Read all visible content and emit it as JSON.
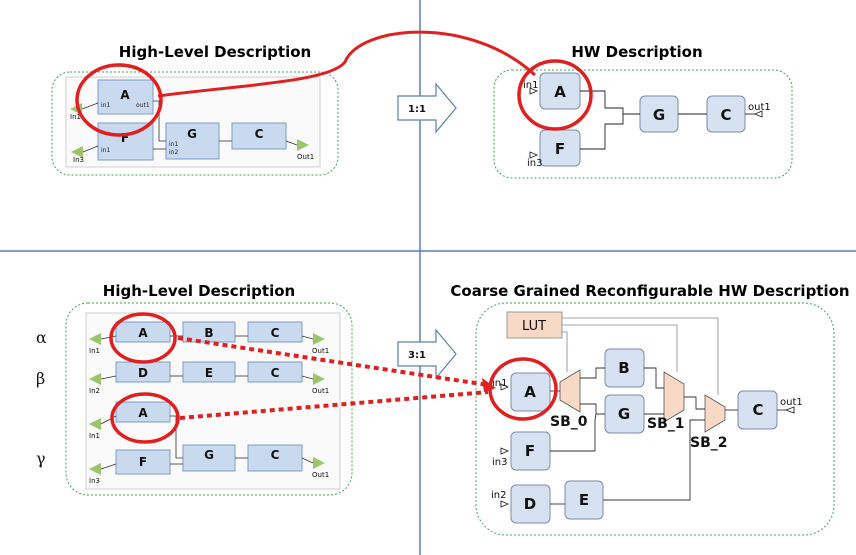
{
  "quadrants": {
    "top_left_title": "High-Level Description",
    "top_right_title": "HW Description",
    "bottom_left_title": "High-Level Description",
    "bottom_right_title": "Coarse Grained Reconfigurable HW Description"
  },
  "arrows": {
    "top_ratio": "1:1",
    "bottom_ratio": "3:1"
  },
  "colors": {
    "highlight": "#e02020",
    "divider": "#5b7fb5",
    "block_fill": "#d6e1f2",
    "switch_fill": "#f8d9c6",
    "boundary": "#3aa355"
  },
  "simulink_top": {
    "blocks": [
      "A",
      "F",
      "G",
      "C"
    ],
    "ports": {
      "in1": "In1",
      "in3": "In3",
      "out1": "Out1"
    },
    "port_labels": {
      "in": "in1",
      "out": "out1",
      "in2": "in2"
    }
  },
  "hw_top": {
    "blocks": [
      "A",
      "F",
      "G",
      "C"
    ],
    "ports": {
      "in1": "in1",
      "in3": "in3",
      "out1": "out1"
    }
  },
  "simulink_bottom": {
    "rows": [
      {
        "greek": "α",
        "in": "In1",
        "blocks": [
          "A",
          "B",
          "C"
        ],
        "out": "Out1"
      },
      {
        "greek": "β",
        "in": "In2",
        "blocks": [
          "D",
          "E",
          "C"
        ],
        "out": "Out1"
      },
      {
        "greek": "",
        "in": "In1",
        "blocks": [
          "A"
        ],
        "out": ""
      },
      {
        "greek": "γ",
        "in": "In3",
        "blocks": [
          "F",
          "G",
          "C"
        ],
        "out": "Out1"
      }
    ]
  },
  "cgr": {
    "lut": "LUT",
    "blocks": [
      "A",
      "B",
      "G",
      "C",
      "F",
      "D",
      "E"
    ],
    "switches": [
      "SB_0",
      "SB_1",
      "SB_2"
    ],
    "ports": {
      "in1": "in1",
      "in2": "in2",
      "in3": "in3",
      "out1": "out1"
    }
  }
}
